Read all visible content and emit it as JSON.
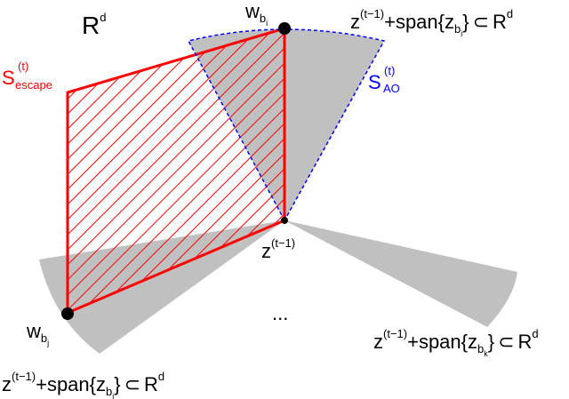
{
  "space_label": {
    "base": "R",
    "sup": "d"
  },
  "escape_label": {
    "base": "S",
    "sup": "(t)",
    "sub": "escape"
  },
  "ao_label": {
    "base": "S",
    "sup": "(t)",
    "sub": "AO"
  },
  "z_label": {
    "base": "z",
    "sup": "(t−1)"
  },
  "w_i_label": {
    "base": "w",
    "sub": "b",
    "subsub": "i"
  },
  "w_j_label": {
    "base": "w",
    "sub": "b",
    "subsub": "j"
  },
  "span_top": {
    "z": "z",
    "zsup": "(t−1)",
    "mid": "+span{z",
    "sub": "b",
    "subsub": "i",
    "end": "}",
    "subset": "⊂",
    "R": "R",
    "Rsup": "d"
  },
  "span_left": {
    "z": "z",
    "zsup": "(t−1)",
    "mid": "+span{z",
    "sub": "b",
    "subsub": "j",
    "end": "}",
    "subset": "⊂",
    "R": "R",
    "Rsup": "d"
  },
  "span_right": {
    "z": "z",
    "zsup": "(t−1)",
    "mid": "+span{z",
    "sub": "b",
    "subsub": "k",
    "end": "}",
    "subset": "⊂",
    "R": "R",
    "Rsup": "d"
  },
  "ellipsis": "...",
  "colors": {
    "escape": "#ff0000",
    "ao": "#0000ff",
    "cone": "#c0c0c0",
    "point": "#000000"
  }
}
